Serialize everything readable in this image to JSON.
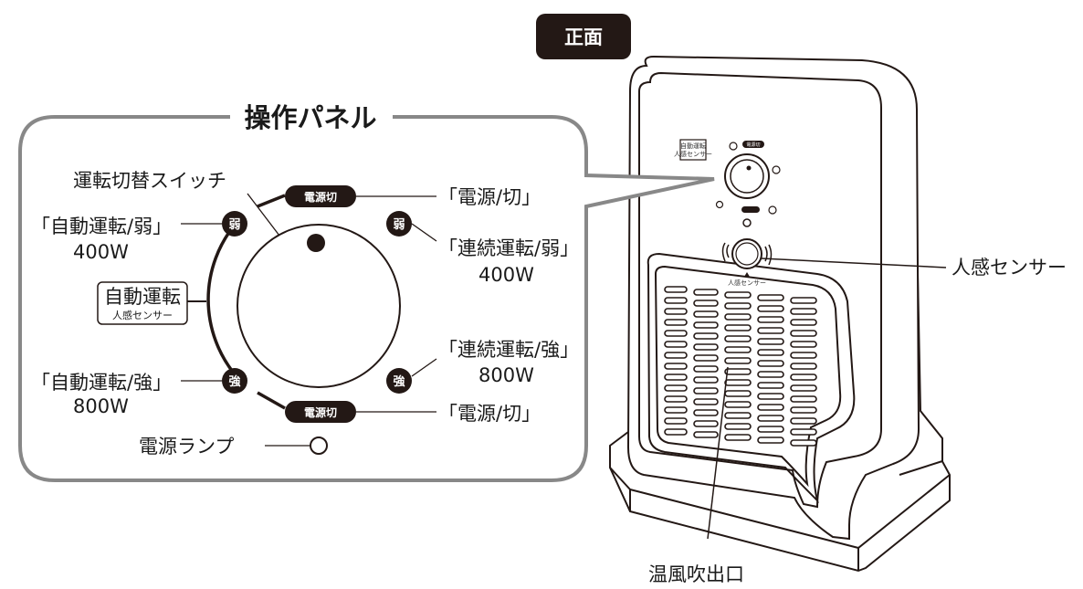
{
  "title_badge": "正面",
  "panel": {
    "title": "操作パネル",
    "pill_top": "電源切",
    "pill_bottom": "電源切",
    "disc_weak": "弱",
    "disc_strong": "強",
    "box_main": "自動運転",
    "box_sub": "人感センサー",
    "labels": {
      "switch": "運転切替スイッチ",
      "auto_weak": "「自動運転/弱」",
      "auto_weak_w": "400W",
      "auto_strong": "「自動運転/強」",
      "auto_strong_w": "800W",
      "power_off_top": "「電源/切」",
      "power_off_bottom": "「電源/切」",
      "cont_weak": "「連続運転/弱」",
      "cont_weak_w": "400W",
      "cont_strong": "「連続運転/強」",
      "cont_strong_w": "800W",
      "power_lamp": "電源ランプ"
    }
  },
  "heater": {
    "sensor_label": "人感センサー",
    "outlet_label": "温風吹出口",
    "mini_box_main": "自動運転",
    "mini_box_sub": "人感センサー",
    "mini_pill": "電源切",
    "mini_sensor_text": "人感センサー"
  }
}
